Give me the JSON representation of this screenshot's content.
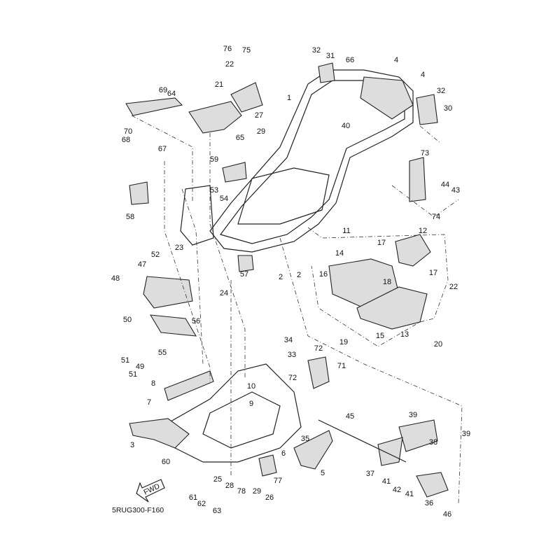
{
  "diagram": {
    "code": "5RUG300-F160",
    "fwd_label": "FWD",
    "labels": [
      "76",
      "75",
      "32",
      "31",
      "66",
      "4",
      "4",
      "32",
      "30",
      "22",
      "21",
      "69",
      "64",
      "1",
      "27",
      "29",
      "65",
      "70",
      "40",
      "68",
      "67",
      "59",
      "73",
      "44",
      "43",
      "53",
      "54",
      "74",
      "58",
      "11",
      "12",
      "17",
      "14",
      "23",
      "52",
      "47",
      "16",
      "17",
      "22",
      "18",
      "2",
      "2",
      "57",
      "24",
      "48",
      "50",
      "56",
      "15",
      "13",
      "19",
      "20",
      "34",
      "33",
      "72",
      "71",
      "72",
      "51",
      "55",
      "49",
      "51",
      "8",
      "10",
      "9",
      "7",
      "45",
      "39",
      "39",
      "38",
      "35",
      "3",
      "6",
      "60",
      "37",
      "41",
      "42",
      "41",
      "5",
      "77",
      "25",
      "28",
      "78",
      "29",
      "26",
      "61",
      "62",
      "63",
      "36",
      "46"
    ]
  }
}
